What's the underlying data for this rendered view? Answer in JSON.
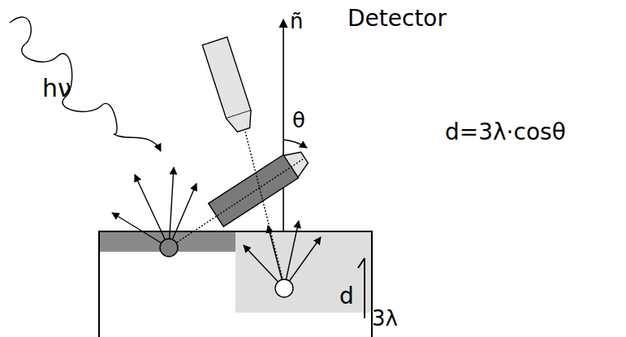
{
  "diagram": {
    "labels": [
      "hν",
      "ñ",
      "θ",
      "Detector",
      "d=3λ·cosθ",
      "d",
      "3λ"
    ]
  }
}
